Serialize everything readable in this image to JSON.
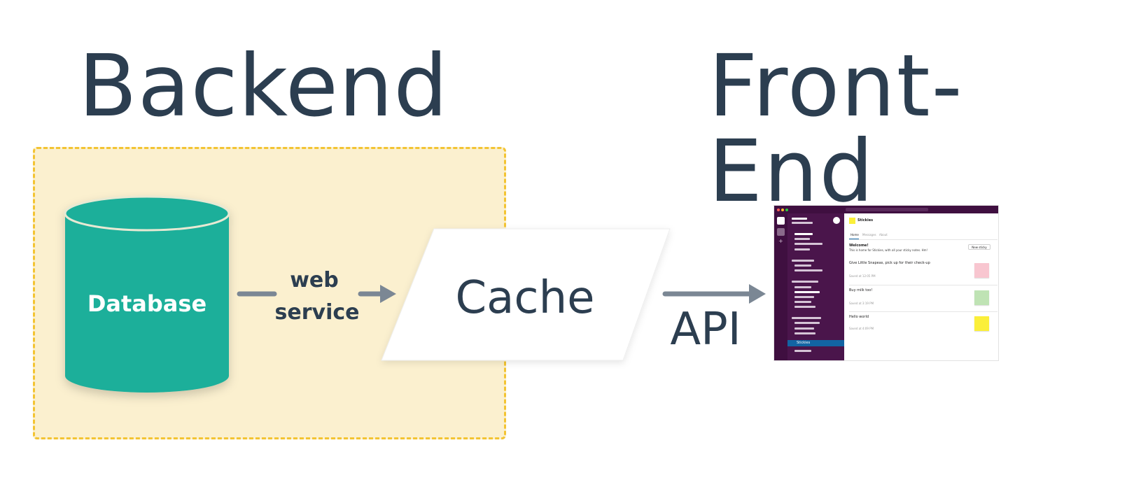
{
  "titles": {
    "backend": "Backend",
    "frontend": "Front-End"
  },
  "nodes": {
    "database": "Database",
    "cache": "Cache"
  },
  "edges": {
    "web_service_line1": "web",
    "web_service_line2": "service",
    "api": "API"
  },
  "colors": {
    "title_text": "#2c3e50",
    "backend_fill": "#fbf0cf",
    "backend_border": "#f3c433",
    "database_fill": "#1aaf9a",
    "arrow": "#7b8794",
    "app_sidebar": "#4a154b",
    "app_active": "#1264a3"
  },
  "app": {
    "app_name": "Stickies",
    "tabs": [
      "Home",
      "Messages",
      "About"
    ],
    "welcome_title": "Welcome!",
    "welcome_text": "This is home for Stickies, with all your sticky notes. Hm!",
    "button_label": "New sticky",
    "notes": [
      {
        "text": "Give Little Snapeas, pick up for their check-up",
        "meta": "Saved at 12:05 PM",
        "color": "#f8c6d0"
      },
      {
        "text": "Buy milk too!",
        "meta": "Saved at 3:19 PM",
        "color": "#bfe3b4"
      },
      {
        "text": "Hello world",
        "meta": "Saved at 4:09 PM",
        "color": "#fbef3a"
      }
    ],
    "active_channel": "Stickies"
  }
}
